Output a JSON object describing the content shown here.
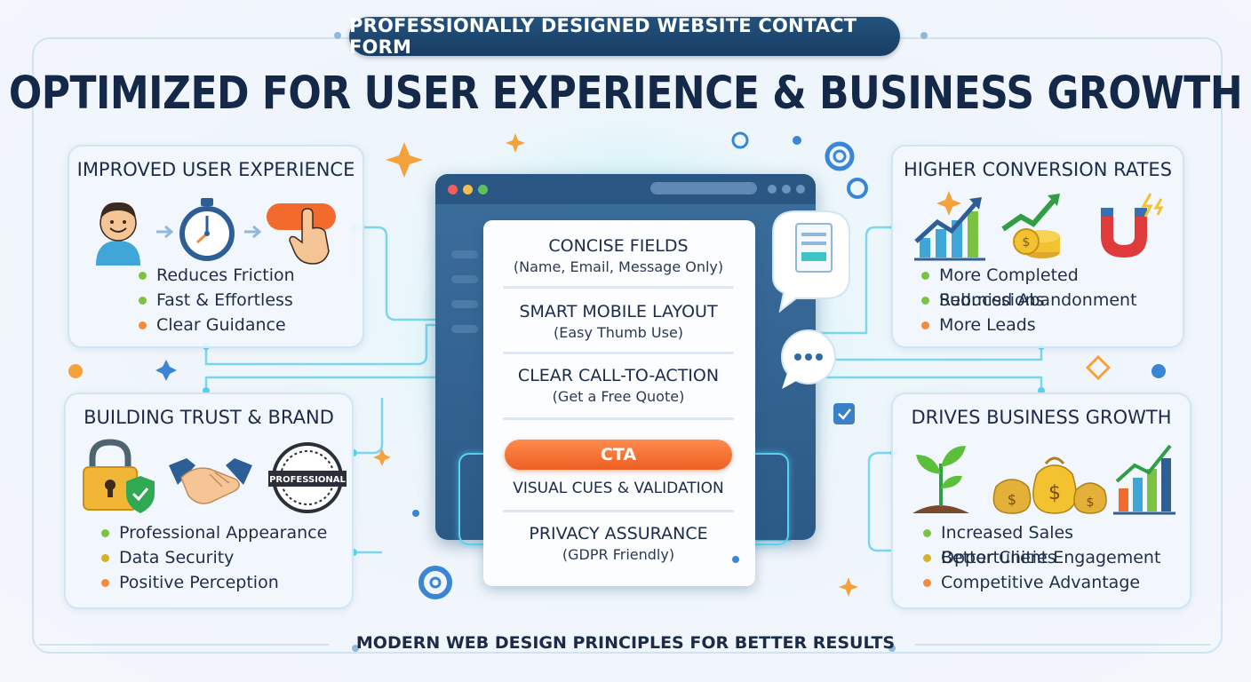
{
  "header": {
    "badge": "PROFESSIONALLY DESIGNED WEBSITE CONTACT FORM",
    "title": "OPTIMIZED FOR USER EXPERIENCE & BUSINESS GROWTH"
  },
  "panels": {
    "ux": {
      "title": "IMPROVED USER EXPERIENCE",
      "icons": [
        "smiling-user-icon",
        "stopwatch-icon",
        "pointer-click-button-icon"
      ],
      "bullets": [
        "Reduces Friction",
        "Fast & Effortless",
        "Clear Guidance"
      ],
      "bullet_colors": [
        "#7cc242",
        "#7cc242",
        "#f48a3c"
      ]
    },
    "conversion": {
      "title": "HIGHER CONVERSION RATES",
      "icons": [
        "rising-bar-chart-icon",
        "growth-coins-icon",
        "magnet-icon"
      ],
      "bullets": [
        "More Completed Submissions",
        "Reduced Abandonment",
        "More Leads"
      ],
      "bullet_colors": [
        "#7cc242",
        "#7cc242",
        "#f48a3c"
      ]
    },
    "trust": {
      "title": "BUILDING TRUST & BRAND",
      "icons": [
        "padlock-shield-icon",
        "handshake-icon",
        "professional-seal-icon"
      ],
      "seal_text": "PROFESSIONAL",
      "bullets": [
        "Professional Appearance",
        "Data Security",
        "Positive Perception"
      ],
      "bullet_colors": [
        "#7cc242",
        "#d6b12c",
        "#f48a3c"
      ]
    },
    "growth": {
      "title": "DRIVES BUSINESS GROWTH",
      "icons": [
        "sprout-icon",
        "money-bags-icon",
        "growth-chart-icon"
      ],
      "bullets": [
        "Increased Sales Opportunities",
        "Better Client Engagement",
        "Competitive Advantage"
      ],
      "bullet_colors": [
        "#7cc242",
        "#d6b12c",
        "#f48a3c"
      ]
    }
  },
  "form": {
    "fields": [
      {
        "heading": "CONCISE FIELDS",
        "sub": "(Name, Email, Message Only)"
      },
      {
        "heading": "SMART MOBILE LAYOUT",
        "sub": "(Easy Thumb Use)"
      },
      {
        "heading": "CLEAR CALL-TO-ACTION",
        "sub": "(Get a Free Quote)"
      }
    ],
    "cta_label": "CTA",
    "validation_label": "VISUAL CUES & VALIDATION",
    "privacy": {
      "heading": "PRIVACY ASSURANCE",
      "sub": "(GDPR Friendly)"
    }
  },
  "footer": "MODERN WEB DESIGN PRINCIPLES FOR BETTER RESULTS",
  "colors": {
    "navy": "#183d63",
    "cta_orange": "#f26a2c",
    "glow_cyan": "#57d2f0",
    "green": "#7cc242",
    "panel_border": "#d3e4f2"
  }
}
